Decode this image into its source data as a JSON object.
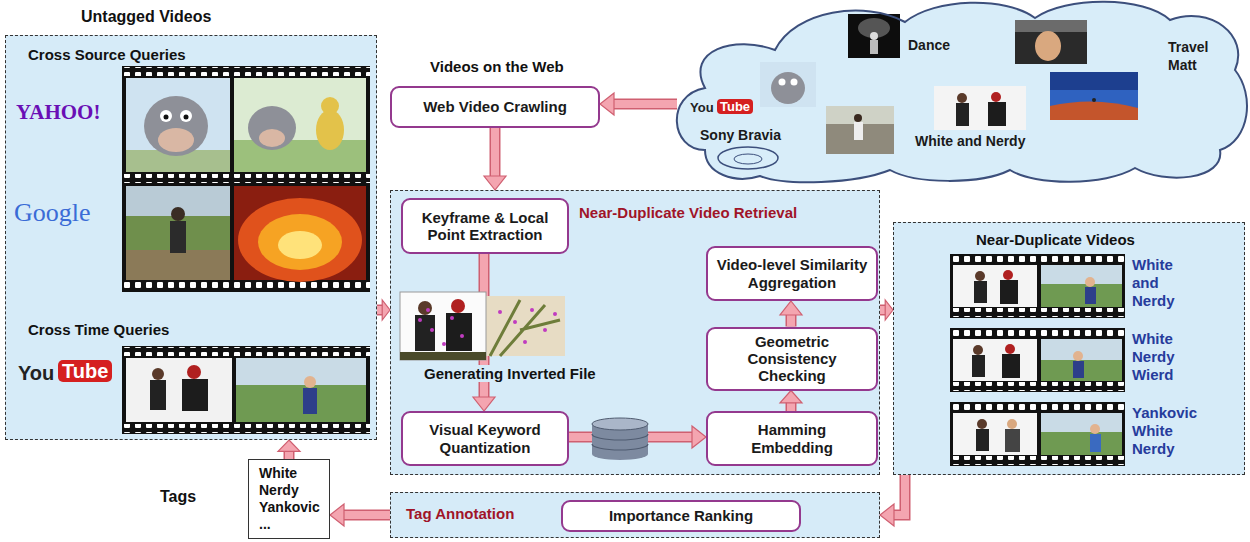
{
  "diagram": {
    "nodes": [
      {
        "text": [
          "Untagged Videos",
          "Cross Source Queries",
          "Cross Time Queries"
        ]
      },
      {
        "text": [
          "Dance",
          "Travel Matt",
          "Sony Bravia",
          "White and Nerdy"
        ]
      },
      {
        "text": [
          "Web Video Crawling"
        ]
      },
      {
        "text": [
          "Near-Duplicate Video Retrieval",
          "Generating Inverted File"
        ]
      },
      {
        "text": [
          "Keyframe & Local Point Extraction"
        ],
        "in": 3
      },
      {
        "text": [
          "Video-level Similarity Aggregation"
        ],
        "in": 3
      },
      {
        "text": [
          "Geometric Consistency Checking"
        ],
        "in": 3
      },
      {
        "text": [
          "Visual Keyword Quantization"
        ],
        "in": 3
      },
      {
        "text": [
          "Hamming Embedding"
        ],
        "in": 3
      },
      {
        "text": [
          "Near-Duplicate Videos"
        ]
      },
      {
        "text": [
          "White",
          "Nerdy",
          "Yankovic",
          "..."
        ]
      },
      {
        "text": [
          "Tag Annotation"
        ]
      },
      {
        "text": [
          "Importance Ranking"
        ],
        "in": 11
      }
    ],
    "edges": [
      {
        "from": 1,
        "to": 2,
        "arrow": "to"
      },
      {
        "from": 2,
        "to": 3,
        "arrow": "to"
      },
      {
        "from": 0,
        "to": 3,
        "arrow": "to"
      },
      {
        "from": 3,
        "to": 9,
        "arrow": "to"
      },
      {
        "from": 4,
        "to": 7,
        "arrow": "to"
      },
      {
        "from": 7,
        "to": 8,
        "arrow": "to"
      },
      {
        "from": 8,
        "to": 6,
        "arrow": "to"
      },
      {
        "from": 6,
        "to": 5,
        "arrow": "to"
      },
      {
        "from": 9,
        "to": 11,
        "arrow": "to"
      },
      {
        "from": 11,
        "to": 10,
        "arrow": "to"
      },
      {
        "from": 10,
        "to": 0,
        "arrow": "to"
      }
    ],
    "labels": [
      "Videos on the Web",
      "YAHOO!",
      "Google",
      "You",
      "Tube",
      "You",
      "Tube",
      "White and Nerdy",
      "White Nerdy Wierd",
      "Yankovic White Nerdy",
      "Tags"
    ]
  }
}
